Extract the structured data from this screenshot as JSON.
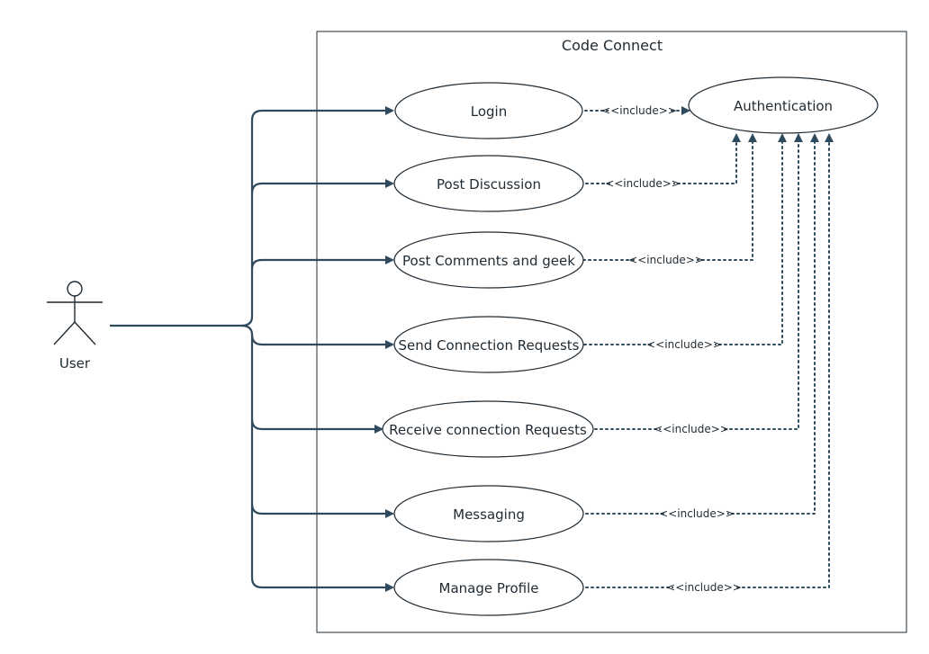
{
  "system": {
    "title": "Code Connect"
  },
  "actor": {
    "name": "User"
  },
  "authentication": {
    "label": "Authentication"
  },
  "use_cases": [
    {
      "id": "login",
      "label": "Login",
      "include_label": "<<include>>"
    },
    {
      "id": "post-discussion",
      "label": "Post Discussion",
      "include_label": "<<include>>"
    },
    {
      "id": "post-comments",
      "label": "Post Comments and geek",
      "include_label": "<<include>>"
    },
    {
      "id": "send-requests",
      "label": "Send Connection Requests",
      "include_label": "<<include>>"
    },
    {
      "id": "receive-requests",
      "label": "Receive connection Requests",
      "include_label": "<<include>>"
    },
    {
      "id": "messaging",
      "label": "Messaging",
      "include_label": "<<include>>"
    },
    {
      "id": "manage-profile",
      "label": "Manage Profile",
      "include_label": "<<include>>"
    }
  ],
  "colors": {
    "connector": "#2f4a5c",
    "outline": "#1f2a33"
  }
}
